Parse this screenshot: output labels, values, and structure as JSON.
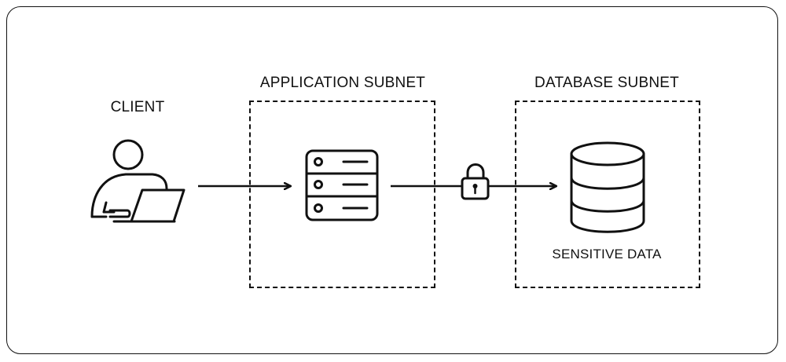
{
  "labels": {
    "client": "CLIENT",
    "application_subnet": "APPLICATION SUBNET",
    "database_subnet": "DATABASE SUBNET",
    "sensitive_data": "SENSITIVE DATA"
  },
  "icons": {
    "client": "user-laptop-icon",
    "server": "server-rack-icon",
    "lock": "padlock-icon",
    "database": "database-icon"
  },
  "colors": {
    "stroke": "#111111",
    "background": "#ffffff"
  }
}
